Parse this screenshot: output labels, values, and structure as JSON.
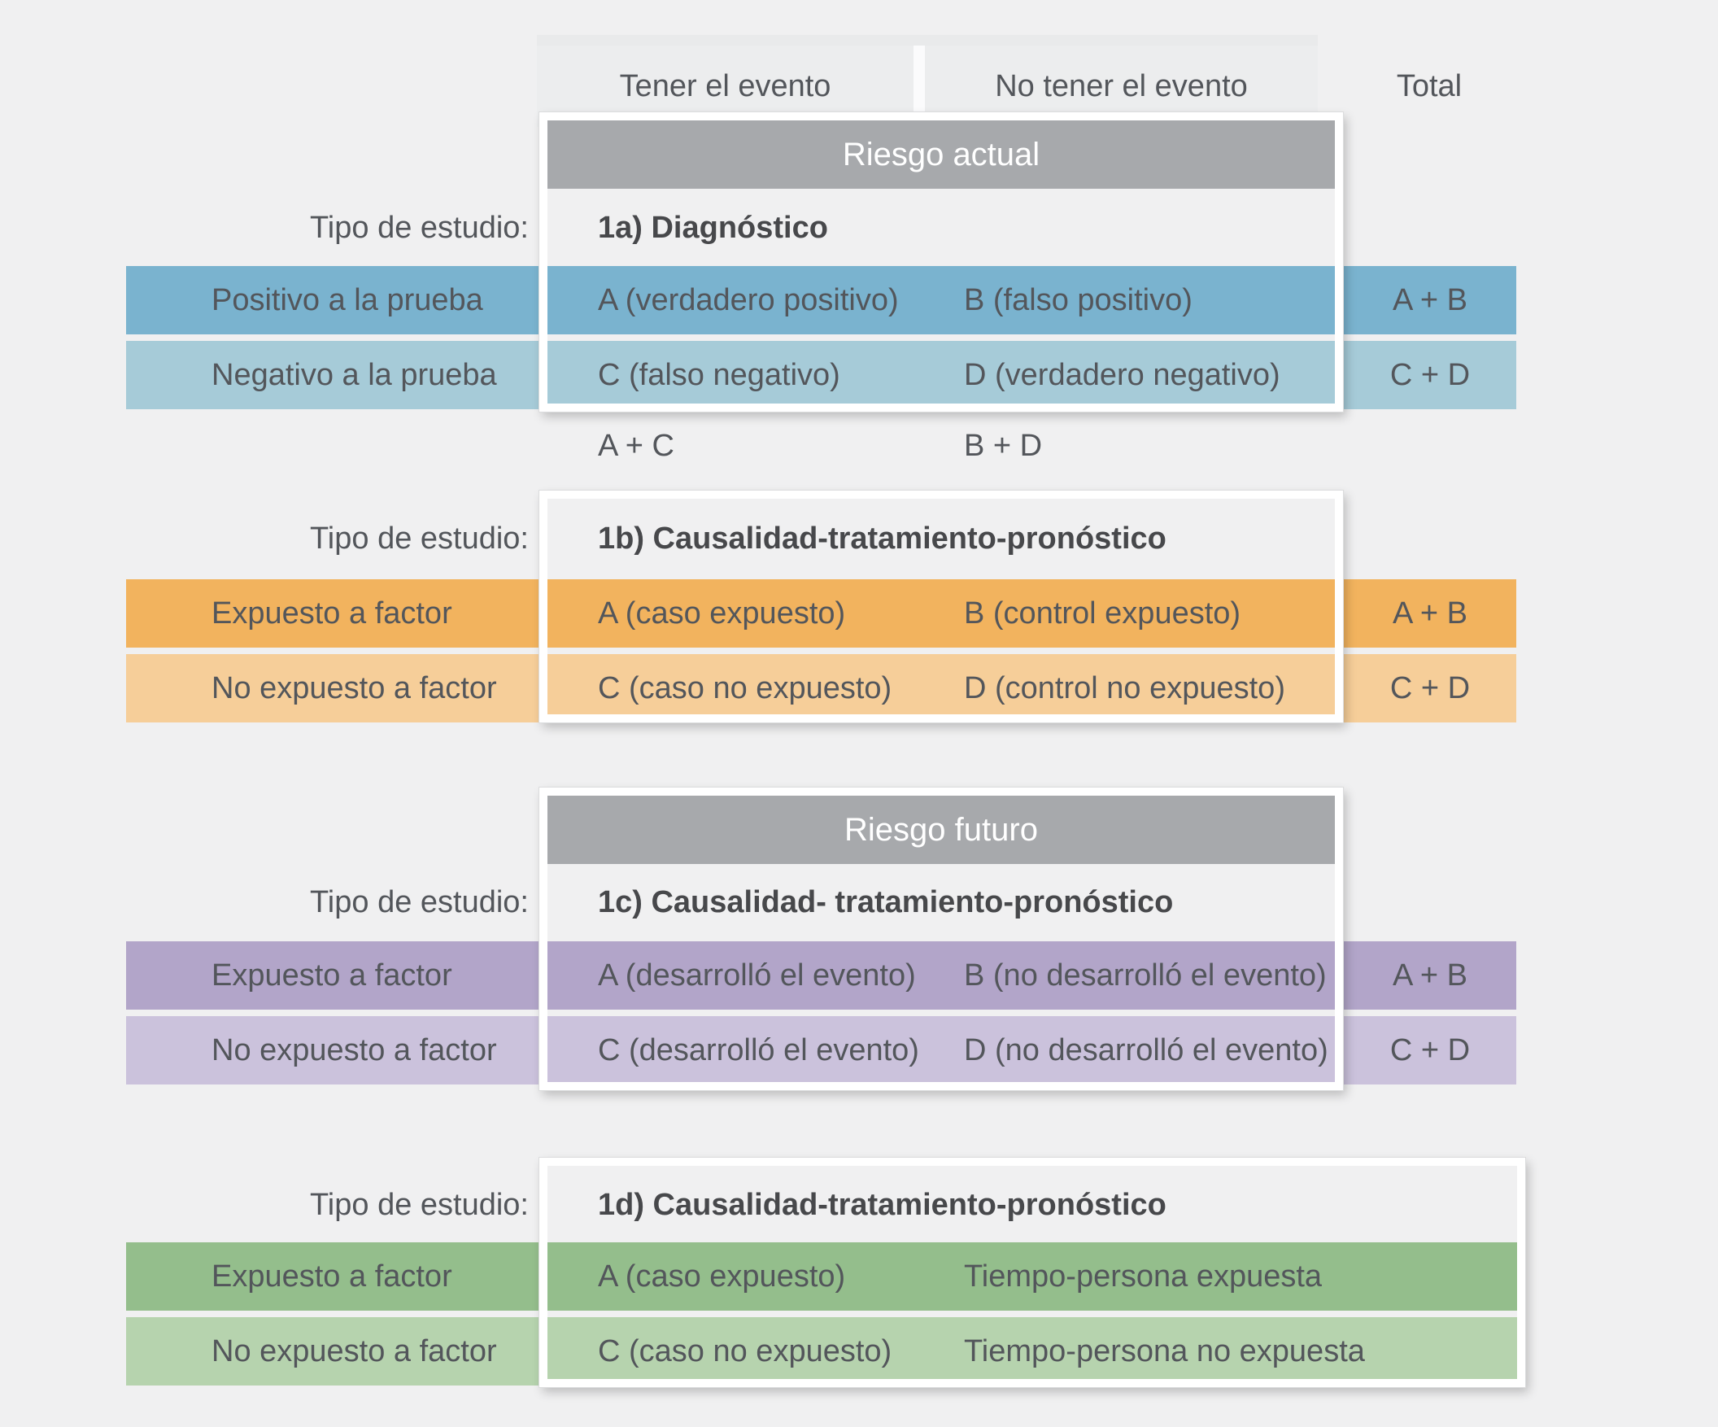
{
  "colors": {
    "page_bg": "#F0F0F1",
    "header_bg": "#ECEDEE",
    "header_strip": "#E9EAEB",
    "header_divider": "#FBFBFC",
    "banner_gray": "#A7A9AC",
    "blue_dark": "#7AB3CF",
    "blue_light": "#A6CBD8",
    "orange_dark": "#F2B35E",
    "orange_light": "#F6CE99",
    "purple_dark": "#B2A5C9",
    "purple_light": "#CBC2DC",
    "green_dark": "#94BE8C",
    "green_light": "#B6D3AE"
  },
  "header": {
    "col1": "Tener el evento",
    "col2": "No tener el evento",
    "total": "Total"
  },
  "tipo_label": "Tipo de estudio:",
  "sections": {
    "s1a": {
      "banner": "Riesgo actual",
      "title": "1a) Diagnóstico",
      "row1": {
        "label": "Positivo a la prueba",
        "cell1": "A (verdadero positivo)",
        "cell2": "B (falso positivo)",
        "total": "A + B"
      },
      "row2": {
        "label": "Negativo a la prueba",
        "cell1": "C (falso negativo)",
        "cell2": "D (verdadero negativo)",
        "total": "C + D"
      },
      "sum1": "A + C",
      "sum2": "B + D"
    },
    "s1b": {
      "title": "1b) Causalidad-tratamiento-pronóstico",
      "row1": {
        "label": "Expuesto a factor",
        "cell1": "A (caso expuesto)",
        "cell2": "B (control expuesto)",
        "total": "A + B"
      },
      "row2": {
        "label": "No expuesto a factor",
        "cell1": "C (caso no expuesto)",
        "cell2": "D (control no expuesto)",
        "total": "C + D"
      }
    },
    "s1c": {
      "banner": "Riesgo futuro",
      "title": "1c) Causalidad- tratamiento-pronóstico",
      "row1": {
        "label": "Expuesto a factor",
        "cell1": "A (desarrolló el evento)",
        "cell2": "B (no desarrolló el evento)",
        "total": "A + B"
      },
      "row2": {
        "label": "No expuesto a factor",
        "cell1": "C (desarrolló el evento)",
        "cell2": "D (no desarrolló el evento)",
        "total": "C + D"
      }
    },
    "s1d": {
      "title": "1d) Causalidad-tratamiento-pronóstico",
      "row1": {
        "label": "Expuesto a factor",
        "cell1": "A (caso expuesto)",
        "cell2": "Tiempo-persona expuesta"
      },
      "row2": {
        "label": "No expuesto a factor",
        "cell1": "C (caso no expuesto)",
        "cell2": "Tiempo-persona no expuesta"
      }
    }
  }
}
